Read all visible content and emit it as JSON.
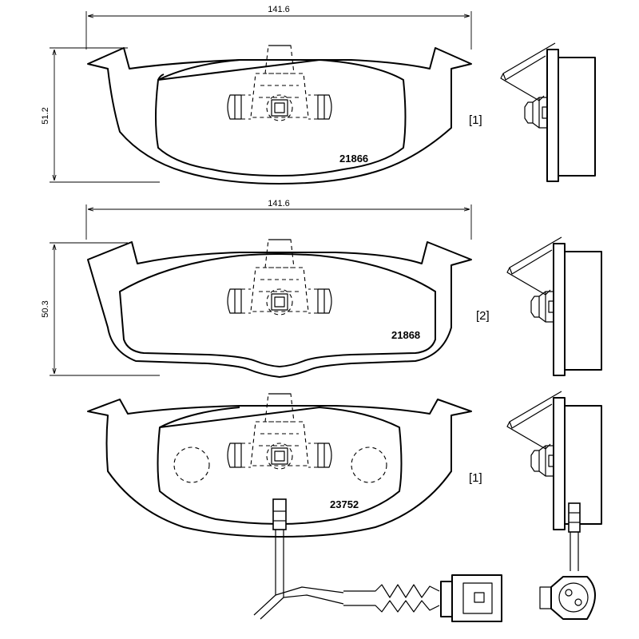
{
  "pads": [
    {
      "part_number": "21866",
      "width_label": "141.6",
      "height_label": "51.2",
      "note": "[1]"
    },
    {
      "part_number": "21868",
      "width_label": "141.6",
      "height_label": "50.3",
      "note": "[2]"
    },
    {
      "part_number": "23752",
      "note": "[1]"
    }
  ]
}
